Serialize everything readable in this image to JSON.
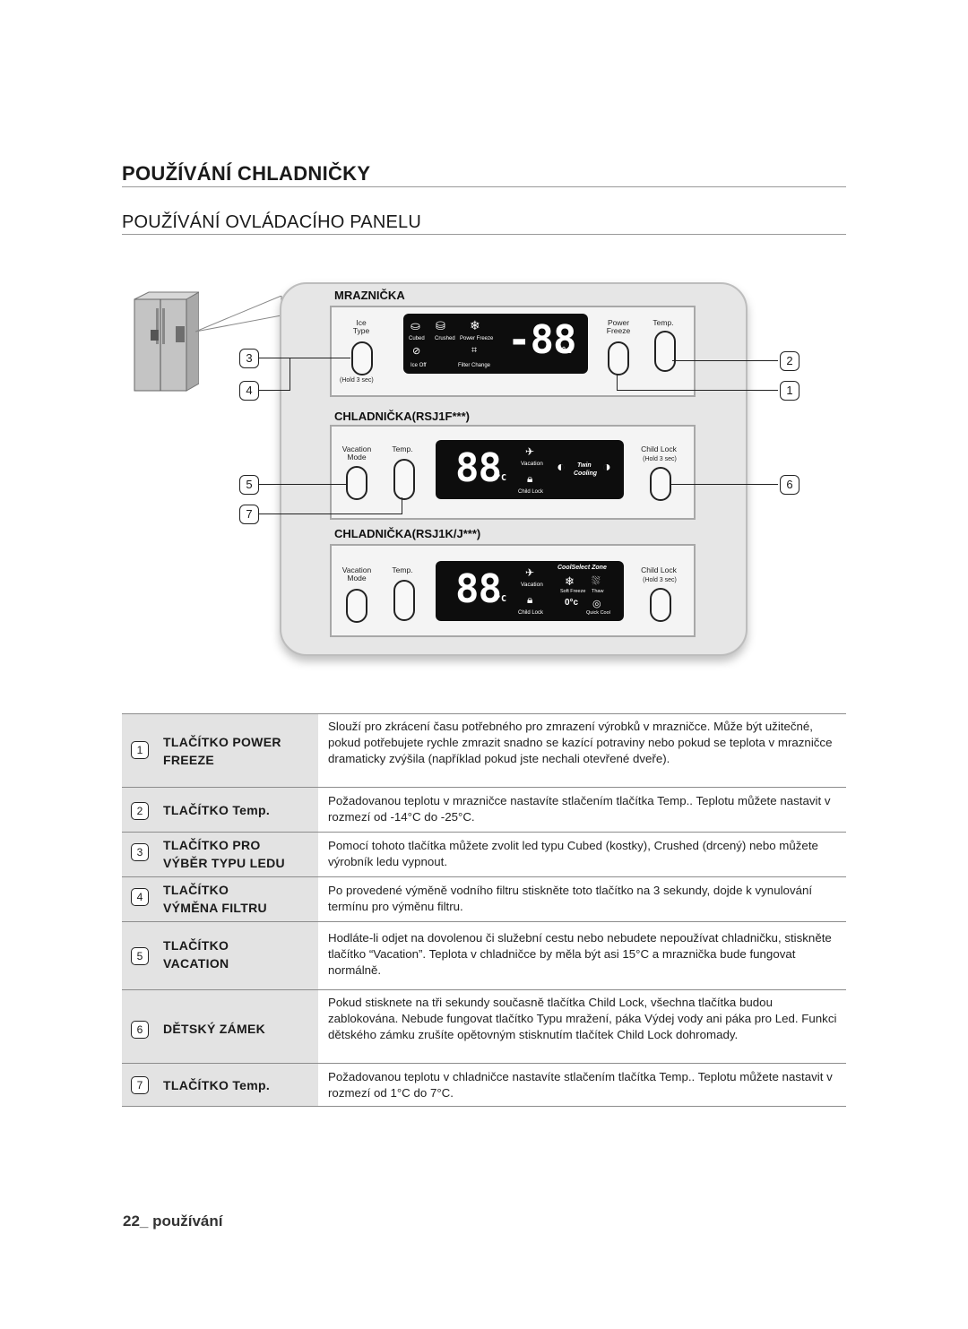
{
  "heading": "POUŽÍVÁNÍ CHLADNIČKY",
  "subheading": "POUŽÍVÁNÍ OVLÁDACÍHO PANELU",
  "panel": {
    "freezer": {
      "title": "MRAZNIČKA",
      "ice_type": "Ice\nType",
      "cubed": "Cubed",
      "crushed": "Crushed",
      "power_freeze_icon": "Power Freeze",
      "ice_off": "Ice Off",
      "filter_change": "Filter Change",
      "display_value": "-88",
      "unit": "°C",
      "power_freeze": "Power\nFreeze",
      "temp": "Temp.",
      "hold": "(Hold 3 sec)"
    },
    "fridge_f": {
      "title": "CHLADNIČKA(RSJ1F***)",
      "vacation_mode": "Vacation\nMode",
      "temp": "Temp.",
      "display_value": "88",
      "unit": "°C",
      "vacation": "Vacation",
      "child_lock": "Child Lock",
      "twin": "Twin",
      "cooling": "Cooling",
      "child_lock_btn": "Child Lock",
      "hold": "(Hold 3 sec)"
    },
    "fridge_k": {
      "title": "CHLADNIČKA(RSJ1K/J***)",
      "vacation_mode": "Vacation\nMode",
      "temp": "Temp.",
      "display_value": "88",
      "unit": "°C",
      "vacation": "Vacation",
      "child_lock": "Child Lock",
      "coolselect": "CoolSelect Zone",
      "soft_freeze": "Soft Freeze",
      "thaw": "Thaw",
      "chill": "0°c",
      "quick_cool": "Quick Cool",
      "child_lock_btn": "Child Lock",
      "hold": "(Hold 3 sec)"
    },
    "callouts": [
      "3",
      "4",
      "5",
      "7",
      "2",
      "1",
      "6"
    ]
  },
  "table": [
    {
      "num": "1",
      "label": "TLAČÍTKO POWER\nFREEZE",
      "desc": "Slouží pro zkrácení času potřebného pro zmrazení výrobků v mrazničce. Může být užitečné, pokud potřebujete rychle zmrazit snadno se kazící potraviny nebo pokud se teplota v mrazničce dramaticky zvýšila (například pokud jste nechali otevřené dveře)."
    },
    {
      "num": "2",
      "label": "TLAČÍTKO Temp.",
      "desc": "Požadovanou teplotu v mrazničce nastavíte stlačením tlačítka Temp.. Teplotu můžete nastavit v rozmezí od -14°C do -25°C."
    },
    {
      "num": "3",
      "label": "TLAČÍTKO PRO\nVÝBĚR TYPU LEDU",
      "desc": "Pomocí tohoto tlačítka můžete zvolit led typu Cubed (kostky), Crushed (drcený) nebo můžete výrobník ledu vypnout."
    },
    {
      "num": "4",
      "label": "TLAČÍTKO\nVÝMĚNA FILTRU",
      "desc": "Po provedené výměně vodního filtru stiskněte toto tlačítko na 3 sekundy, dojde k vynulování termínu pro výměnu filtru."
    },
    {
      "num": "5",
      "label": "TLAČÍTKO\nVACATION",
      "desc": "Hodláte-li odjet na dovolenou či služební cestu nebo nebudete nepoužívat chladničku, stiskněte tlačítko “Vacation”. Teplota v chladničce by měla být asi 15°C a mraznička bude fungovat normálně."
    },
    {
      "num": "6",
      "label": "DĚTSKÝ ZÁMEK",
      "desc": "Pokud stisknete na tři sekundy současně tlačítka Child Lock, všechna tlačítka budou zablokována. Nebude fungovat tlačítko Typu mražení, páka Výdej vody ani páka pro Led. Funkci dětského zámku zrušíte opětovným stisknutím tlačítek Child Lock dohromady."
    },
    {
      "num": "7",
      "label": "TLAČÍTKO Temp.",
      "desc": "Požadovanou teplotu v chladničce nastavíte stlačením tlačítka Temp.. Teplotu můžete nastavit v rozmezí od 1°C do 7°C."
    }
  ],
  "footer": "22_ používání"
}
